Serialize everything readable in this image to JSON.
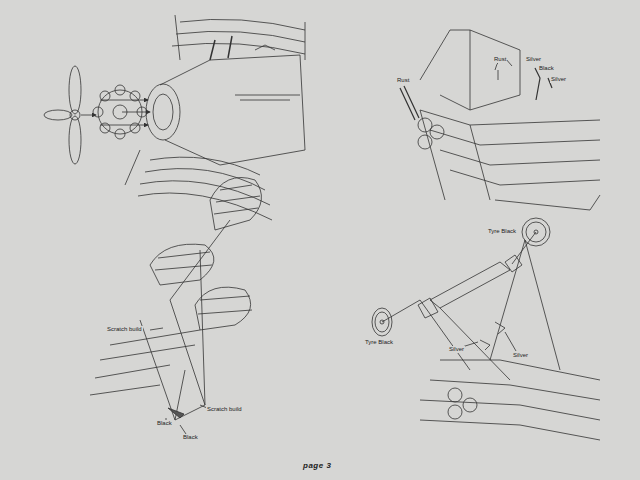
{
  "diagram": {
    "labels": [
      "Rust",
      "Rust",
      "Silver",
      "Black",
      "Silver",
      "Scratch build",
      "Scratch build",
      "Black",
      "Black",
      "Tyre Black",
      "Tyre Black",
      "Silver",
      "Silver",
      "page 3"
    ]
  }
}
